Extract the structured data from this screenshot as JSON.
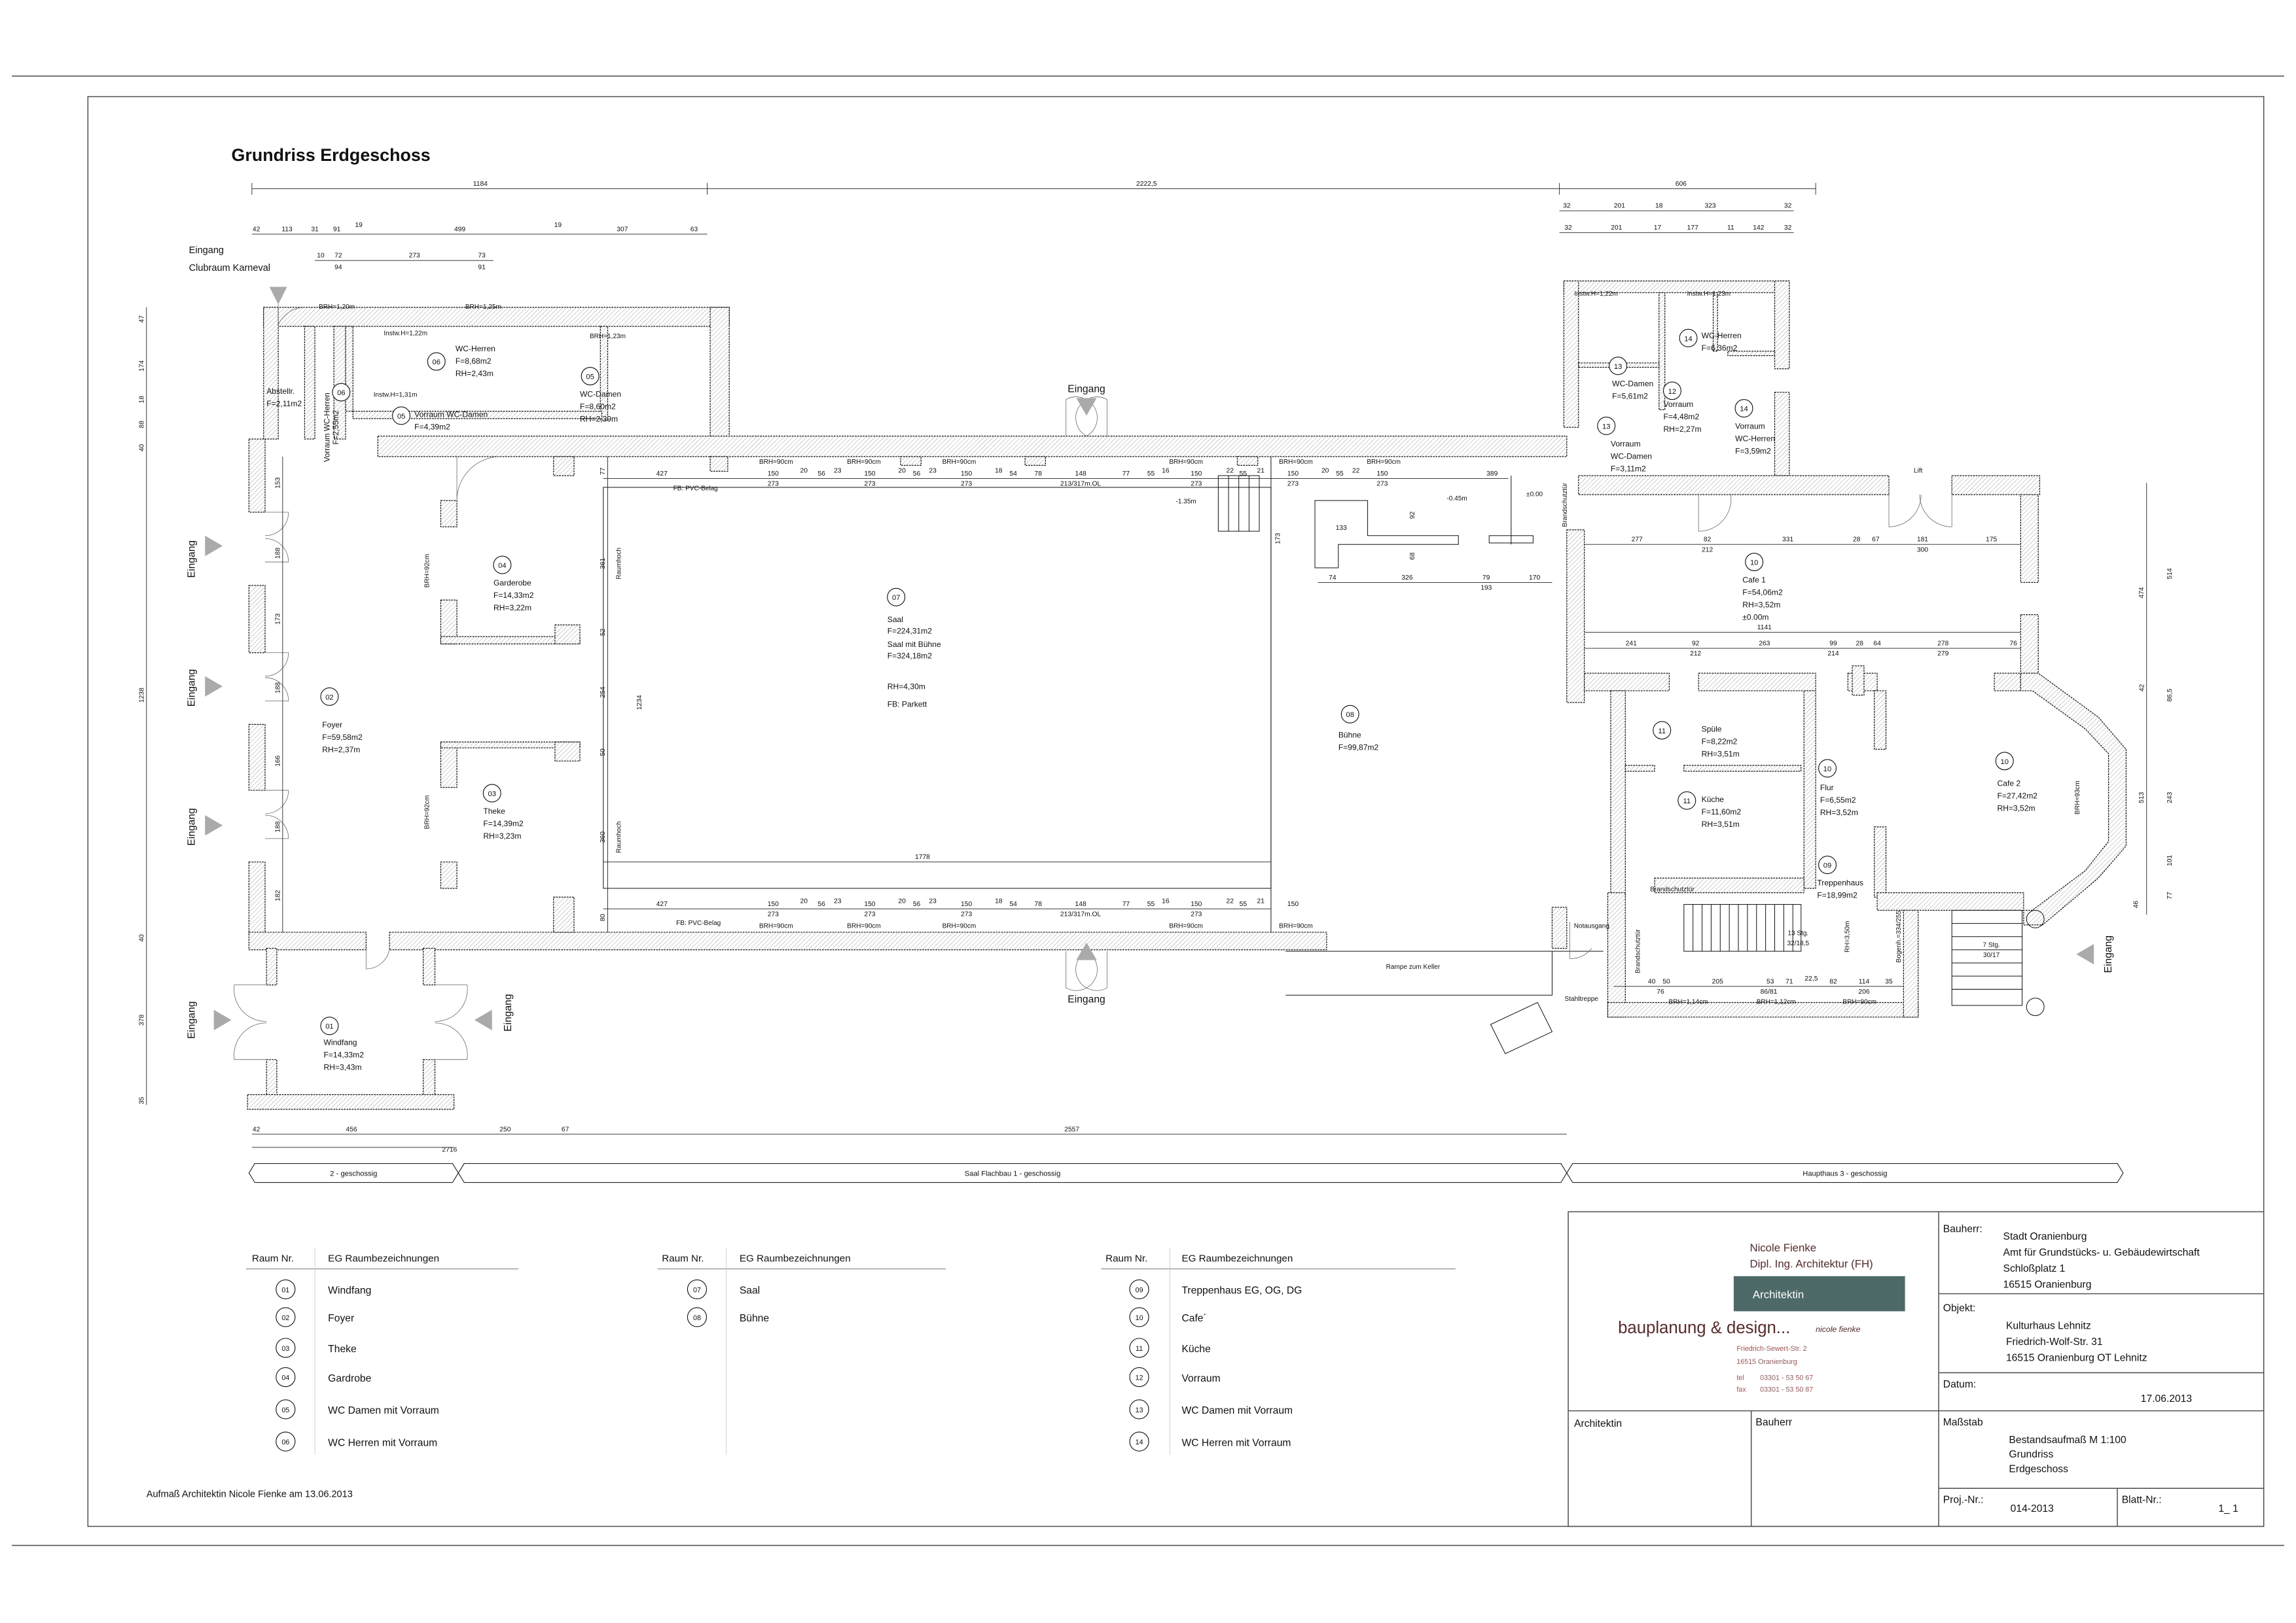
{
  "title": "Grundriss Erdgeschoss",
  "footer_note": "Aufmaß Architektin Nicole Fienke am 13.06.2013",
  "rooms": [
    {
      "nr": "01",
      "lines": [
        "Windfang",
        "F=14,33m2",
        "RH=3,43m"
      ]
    },
    {
      "nr": "02",
      "lines": [
        "Foyer",
        "F=59,58m2",
        "RH=2,37m"
      ]
    },
    {
      "nr": "03",
      "lines": [
        "Theke",
        "F=14,39m2",
        "RH=3,23m"
      ]
    },
    {
      "nr": "04",
      "lines": [
        "Garderobe",
        "F=14,33m2",
        "RH=3,22m"
      ]
    },
    {
      "nr": "05",
      "lines": [
        "Vorraum WC-Damen",
        "F=4,39m2"
      ]
    },
    {
      "nr": "05",
      "lines": [
        "WC-Damen",
        "F=8,60m2",
        "RH=2,39m"
      ]
    },
    {
      "nr": "06",
      "lines": [
        "WC-Herren",
        "F=8,68m2",
        "RH=2,43m"
      ]
    },
    {
      "nr": "06",
      "lines": [
        "Vorraum WC-Herren",
        "F=2,55m2"
      ]
    },
    {
      "nr": "",
      "lines": [
        "Abstellr.",
        "F=2,11m2"
      ]
    },
    {
      "nr": "07",
      "lines": [
        "Saal",
        "F=224,31m2",
        "Saal mit Bühne",
        "F=324,18m2",
        "RH=4,30m",
        "FB: Parkett"
      ]
    },
    {
      "nr": "08",
      "lines": [
        "Bühne",
        "F=99,87m2"
      ]
    },
    {
      "nr": "09",
      "lines": [
        "Treppenhaus",
        "F=18,99m2"
      ]
    },
    {
      "nr": "10",
      "lines": [
        "Cafe 1",
        "F=54,06m2",
        "RH=3,52m",
        "±0.00m"
      ]
    },
    {
      "nr": "10",
      "lines": [
        "Flur",
        "F=6,55m2",
        "RH=3,52m"
      ]
    },
    {
      "nr": "10",
      "lines": [
        "Cafe 2",
        "F=27,42m2",
        "RH=3,52m"
      ]
    },
    {
      "nr": "11",
      "lines": [
        "Spüle",
        "F=8,22m2",
        "RH=3,51m"
      ]
    },
    {
      "nr": "11",
      "lines": [
        "Küche",
        "F=11,60m2",
        "RH=3,51m"
      ]
    },
    {
      "nr": "12",
      "lines": [
        "Vorraum",
        "F=4,48m2",
        "RH=2,27m"
      ]
    },
    {
      "nr": "13",
      "lines": [
        "WC-Damen",
        "F=5,61m2"
      ]
    },
    {
      "nr": "13",
      "lines": [
        "Vorraum",
        "WC-Damen",
        "F=3,11m2"
      ]
    },
    {
      "nr": "14",
      "lines": [
        "WC-Herren",
        "F=6,36m2"
      ]
    },
    {
      "nr": "14",
      "lines": [
        "Vorraum",
        "WC-Herren",
        "F=3,59m2"
      ]
    }
  ],
  "dimensions": {
    "top_overall": [
      "1184",
      "2222,5",
      "606"
    ],
    "top_left_1": [
      "42",
      "113",
      "31",
      "91",
      "19",
      "499",
      "19",
      "307",
      "63"
    ],
    "top_left_2": [
      "10",
      "72",
      "94",
      "273",
      "73",
      "91"
    ],
    "top_right_1": [
      "32",
      "201",
      "18",
      "323",
      "32"
    ],
    "top_right_2": [
      "32",
      "201",
      "17",
      "177",
      "11",
      "142",
      "32"
    ],
    "bottom": [
      "42",
      "456",
      "250",
      "67",
      "2557",
      "2716"
    ],
    "saal_top": [
      "427",
      "150",
      "20",
      "56",
      "23",
      "150",
      "20",
      "56",
      "23",
      "150",
      "18",
      "54",
      "78",
      "148",
      "77",
      "55",
      "16",
      "150",
      "22",
      "55",
      "21",
      "150",
      "20",
      "55",
      "22",
      "150",
      "389",
      "273",
      "273",
      "273",
      "273",
      "273",
      "273",
      "213/317m.OL"
    ],
    "saal_bottom": [
      "427",
      "150",
      "20",
      "56",
      "23",
      "150",
      "20",
      "56",
      "23",
      "150",
      "18",
      "54",
      "78",
      "148",
      "77",
      "55",
      "16",
      "150",
      "22",
      "55",
      "21",
      "150",
      "273",
      "273",
      "273",
      "273",
      "213/317m.OL"
    ],
    "cafe1_top": [
      "277",
      "82",
      "331",
      "28",
      "67",
      "181",
      "175",
      "212",
      "300"
    ],
    "cafe1_mid": [
      "241",
      "92",
      "263",
      "99",
      "28",
      "64",
      "278",
      "76",
      "212",
      "214",
      "279"
    ],
    "spans": [
      "1778",
      "1141"
    ],
    "buehne": [
      "74",
      "326",
      "79",
      "193",
      "170",
      "133",
      "92",
      "68",
      "173"
    ],
    "treppe_bottom": [
      "40",
      "50",
      "205",
      "53",
      "71",
      "22,5",
      "82",
      "114",
      "35",
      "76",
      "86/81",
      "206"
    ],
    "saal_vertical": [
      "77",
      "361",
      "52",
      "254",
      "50",
      "360",
      "80",
      "1234"
    ],
    "foyer_vertical": [
      "153",
      "188",
      "173",
      "188",
      "166",
      "188",
      "182"
    ],
    "left_overall": [
      "47",
      "174",
      "18",
      "88",
      "40",
      "1238",
      "40",
      "378",
      "35"
    ],
    "right_overall": [
      "474",
      "514",
      "42",
      "86,5",
      "513",
      "243",
      "101",
      "77",
      "46"
    ]
  },
  "annotations": [
    "Eingang",
    "Clubraum Karneval",
    "Eingang",
    "Eingang",
    "Eingang",
    "Eingang",
    "Eingang",
    "Eingang",
    "Eingang",
    "Eingang",
    "BRH=1,20m",
    "BRH=1,25m",
    "BRH=1,23m",
    "Instw.H=1,22m",
    "Instw.H=1,31m",
    "Instw.H=1,22m",
    "Instw.H=1,23m",
    "BRH=90cm",
    "BRH=90cm",
    "BRH=90cm",
    "BRH=90cm",
    "BRH=90cm",
    "BRH=90cm",
    "BRH=90cm",
    "BRH=90cm",
    "BRH=90cm",
    "BRH=90cm",
    "BRH=90cm",
    "FB: PVC-Belag",
    "FB: PVC-Belag",
    "-1.35m",
    "-0.45m",
    "±0.00",
    "Lift",
    "Rampe zum Keller",
    "Stahltreppe",
    "Notausgang",
    "Brandschutztür",
    "Brandschutztür",
    "BRH=1,14cm",
    "BRH=1,12cm",
    "BRH=90cm",
    "13 Stg.",
    "32/18,5",
    "7 Stg.",
    "30/17",
    "Raumhoch",
    "Raumhoch",
    "BRH=92cm",
    "BRH=92cm",
    "BRH=93cm",
    "Brandschutztür",
    "Bogenh.=334/255",
    "RH=3,50m"
  ],
  "section_bars": [
    "2 - geschossig",
    "Saal Flachbau 1 - geschossig",
    "Haupthaus 3 - geschossig"
  ],
  "legend": {
    "header_nr": "Raum Nr.",
    "header_name": "EG Raumbezeichnungen",
    "columns": [
      [
        {
          "nr": "01",
          "name": "Windfang"
        },
        {
          "nr": "02",
          "name": "Foyer"
        },
        {
          "nr": "03",
          "name": "Theke"
        },
        {
          "nr": "04",
          "name": "Gardrobe"
        },
        {
          "nr": "05",
          "name": "WC Damen mit Vorraum"
        },
        {
          "nr": "06",
          "name": "WC Herren mit Vorraum"
        }
      ],
      [
        {
          "nr": "07",
          "name": "Saal"
        },
        {
          "nr": "08",
          "name": "Bühne"
        }
      ],
      [
        {
          "nr": "09",
          "name": "Treppenhaus EG, OG, DG"
        },
        {
          "nr": "10",
          "name": "Cafe´"
        },
        {
          "nr": "11",
          "name": "Küche"
        },
        {
          "nr": "12",
          "name": "Vorraum"
        },
        {
          "nr": "13",
          "name": "WC Damen mit Vorraum"
        },
        {
          "nr": "14",
          "name": "WC Herren mit Vorraum"
        }
      ]
    ]
  },
  "logo": {
    "name": "Nicole Fienke",
    "degree": "Dipl. Ing. Architektur (FH)",
    "badge": "Architektin",
    "brand": "bauplanung & design...",
    "signature": "nicole fienke",
    "street": "Friedrich-Sewert-Str. 2",
    "city": "16515 Oranienburg",
    "tel_label": "tel",
    "tel": "03301 - 53 50 67",
    "fax_label": "fax",
    "fax": "03301 - 53 50 87",
    "brand_color": "#4d6a68",
    "text_color": "#5a2a2a"
  },
  "title_block": {
    "bauherr_label": "Bauherr:",
    "bauherr_lines": [
      "Stadt Oranienburg",
      "Amt für Grundstücks- u. Gebäudewirtschaft",
      "Schloßplatz 1",
      "16515 Oranienburg"
    ],
    "objekt_label": "Objekt:",
    "objekt_lines": [
      "Kulturhaus Lehnitz",
      "Friedrich-Wolf-Str. 31",
      "16515 Oranienburg OT Lehnitz"
    ],
    "datum_label": "Datum:",
    "datum": "17.06.2013",
    "architektin_label": "Architektin",
    "bauherr_sign_label": "Bauherr",
    "massstab_label": "Maßstab",
    "massstab_lines": [
      "Bestandsaufmaß  M 1:100",
      "Grundriss",
      "Erdgeschoss"
    ],
    "proj_label": "Proj.-Nr.:",
    "proj": "014-2013",
    "blatt_label": "Blatt-Nr.:",
    "blatt": "1_ 1"
  }
}
